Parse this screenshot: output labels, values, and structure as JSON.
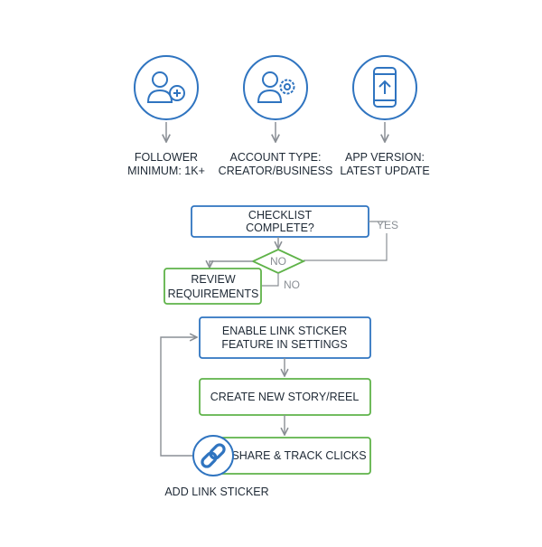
{
  "colors": {
    "blue": "#2f74c0",
    "green": "#5fb349",
    "text": "#1f2a36",
    "arrow": "#8a8f95",
    "muted": "#8a8f95"
  },
  "requirements": [
    {
      "icon": "user-add-icon",
      "line1": "FOLLOWER",
      "line2": "MINIMUM: 1K+"
    },
    {
      "icon": "user-gear-icon",
      "line1": "ACCOUNT TYPE:",
      "line2": "CREATOR/BUSINESS"
    },
    {
      "icon": "phone-update-icon",
      "line1": "APP VERSION:",
      "line2": "LATEST UPDATE"
    }
  ],
  "flow": {
    "checklist": {
      "line1": "CHECKLIST",
      "line2": "COMPLETE?"
    },
    "yes_label": "YES",
    "decision_label": "NO",
    "no_label": "NO",
    "review": {
      "line1": "REVIEW",
      "line2": "REQUIREMENTS"
    },
    "enable": {
      "line1": "ENABLE LINK STICKER",
      "line2": "FEATURE IN SETTINGS"
    },
    "create": "CREATE NEW STORY/REEL",
    "share": "SHARE & TRACK CLICKS",
    "link_icon": "link-icon",
    "add_sticker": "ADD LINK STICKER"
  }
}
